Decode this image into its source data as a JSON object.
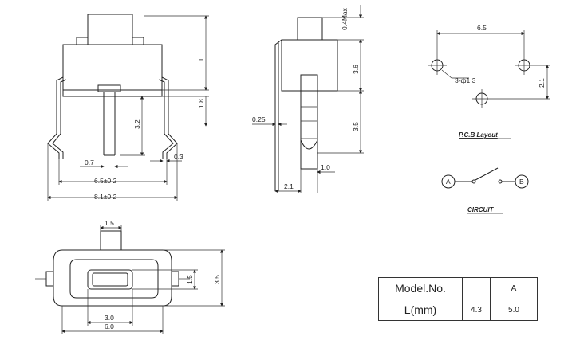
{
  "dims": {
    "pin_pitch": "6.5±0.2",
    "overall_width": "8.1±0.2",
    "lead_width": "0.7",
    "lead_thickness": "0.3",
    "lead_height": "3.2",
    "body_height": "1.8",
    "length_label": "L",
    "actuator_max": "0.4Max",
    "side_36": "3.6",
    "side_35": "3.5",
    "side_025": "0.25",
    "side_10": "1.0",
    "side_21": "2.1",
    "bottom_15_top": "1.5",
    "bottom_15_side": "1.5",
    "bottom_35": "3.5",
    "bottom_30": "3.0",
    "bottom_60": "6.0"
  },
  "pcb": {
    "title": "P.C.B Layout",
    "spacing": "6.5",
    "hole_label": "3-ф1.3",
    "offset": "2.1"
  },
  "circuit": {
    "title": "CIRCUIT",
    "terminal_a": "A",
    "terminal_b": "B"
  },
  "table": {
    "header_label": "Model.No.",
    "header_blank": "",
    "header_a": "A",
    "row_label": "L(mm)",
    "row_val_1": "4.3",
    "row_val_2": "5.0"
  }
}
